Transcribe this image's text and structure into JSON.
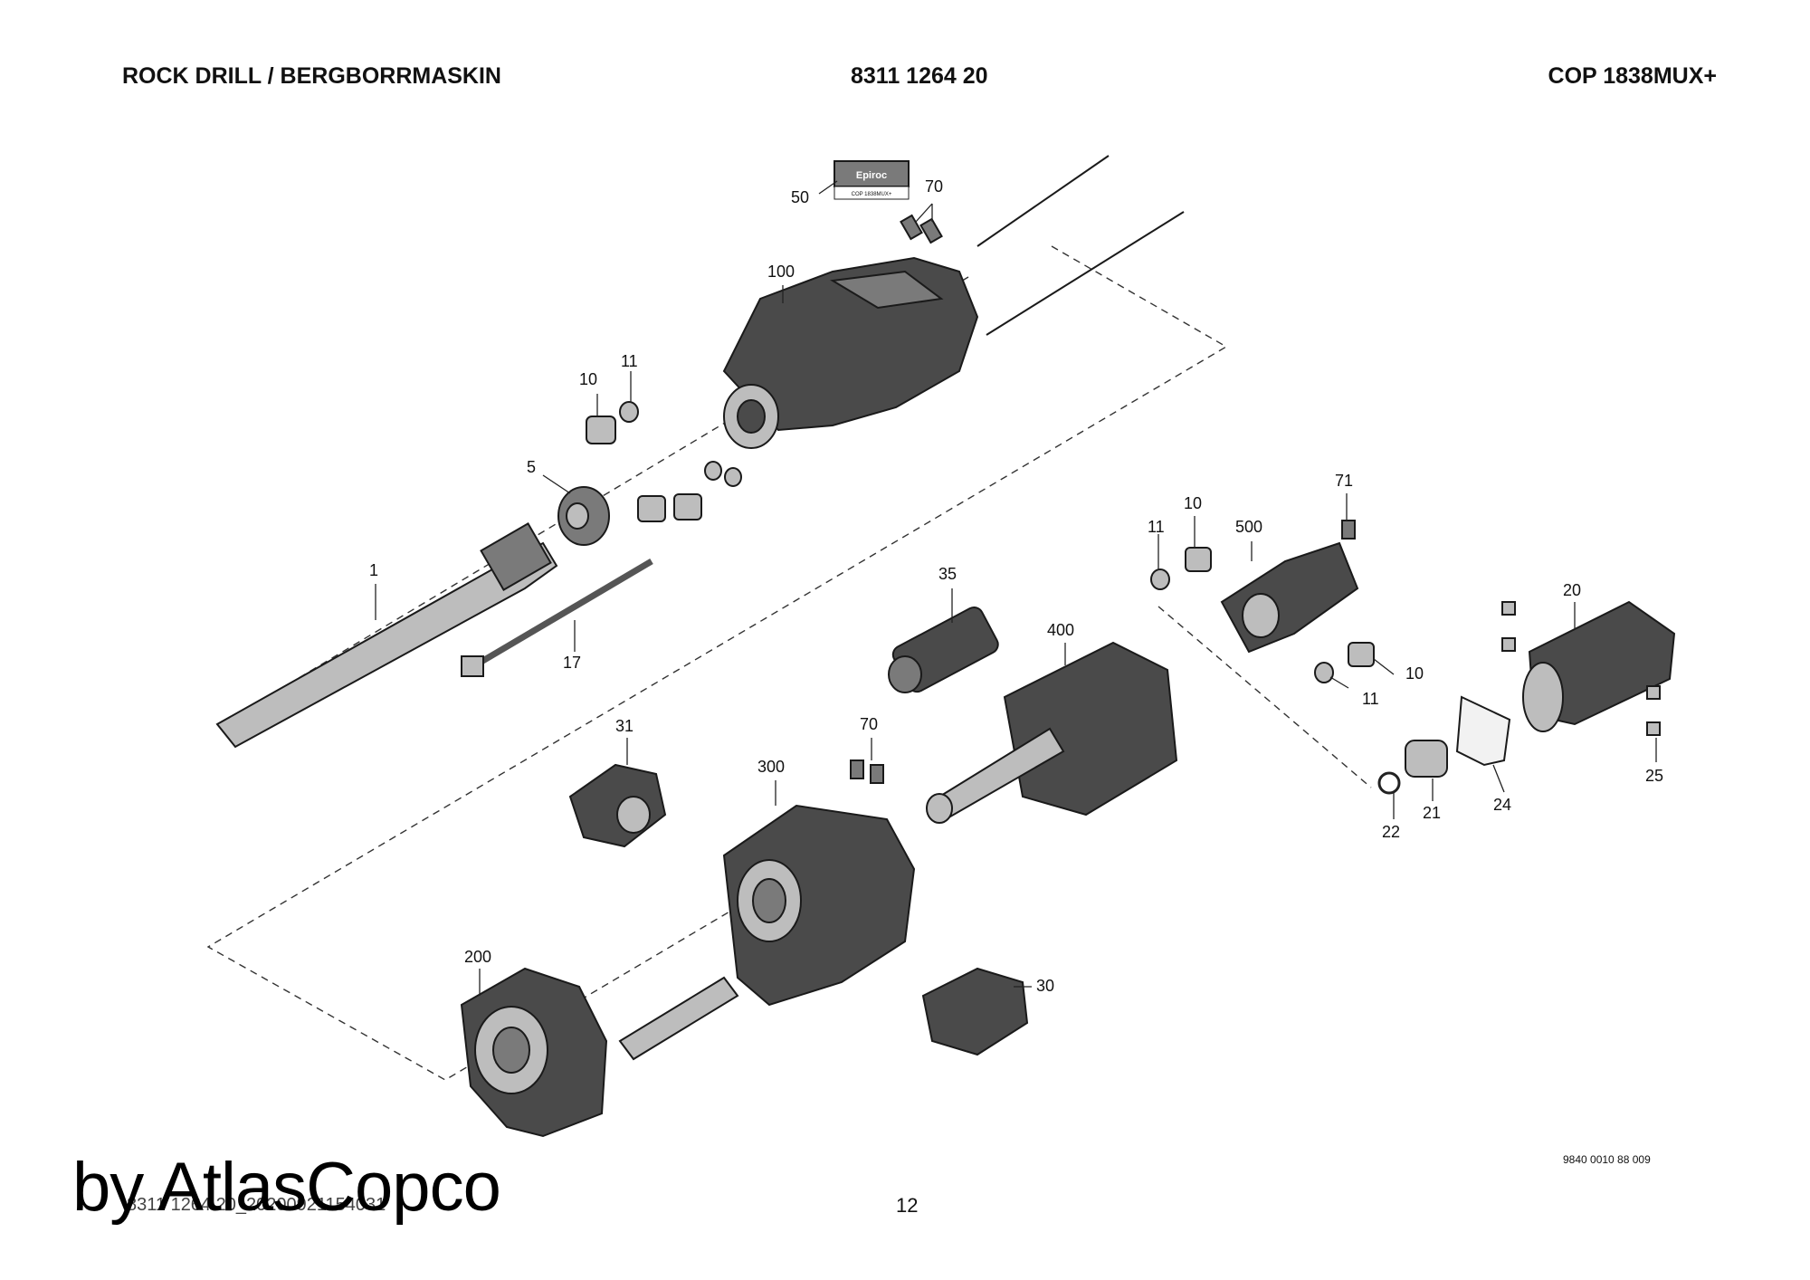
{
  "header": {
    "left": "ROCK DRILL / BERGBORRMASKIN",
    "center": "8311 1264 20",
    "right": "COP 1838MUX+"
  },
  "label_plate": {
    "brand": "Epiroc",
    "model": "COP 1838MUX+"
  },
  "callouts": {
    "c50": "50",
    "c70a": "70",
    "c100": "100",
    "c11a": "11",
    "c10a": "10",
    "c5": "5",
    "c1": "1",
    "c17": "17",
    "c71": "71",
    "c10b": "10",
    "c11b": "11",
    "c500": "500",
    "c35": "35",
    "c400": "400",
    "c20": "20",
    "c10c": "10",
    "c11c": "11",
    "c25": "25",
    "c31": "31",
    "c70b": "70",
    "c300": "300",
    "c22": "22",
    "c21": "21",
    "c24": "24",
    "c200": "200",
    "c30": "30"
  },
  "footer": {
    "drawing_id": "9840 0010 88 009",
    "file_ref": "8311 1264 20_20200921154031",
    "page_number": "12"
  },
  "watermark": "by AtlasCopco"
}
